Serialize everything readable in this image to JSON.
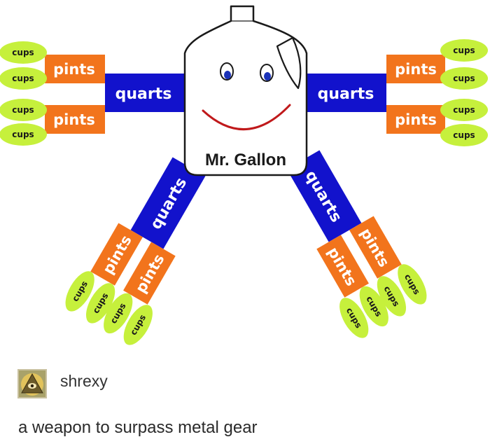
{
  "diagram": {
    "gallon_label": "Mr. Gallon",
    "quart_label": "quarts",
    "pint_label": "pints",
    "cup_label": "cups"
  },
  "colors": {
    "quart": "#1212cc",
    "pint": "#f2741c",
    "cup": "#c6f03c",
    "smile": "#c0191b",
    "eye": "#1a32b8"
  },
  "post": {
    "avatar_icon": "illuminati-pyramid-icon",
    "username": "shrexy",
    "caption": "a weapon to surpass metal gear"
  }
}
